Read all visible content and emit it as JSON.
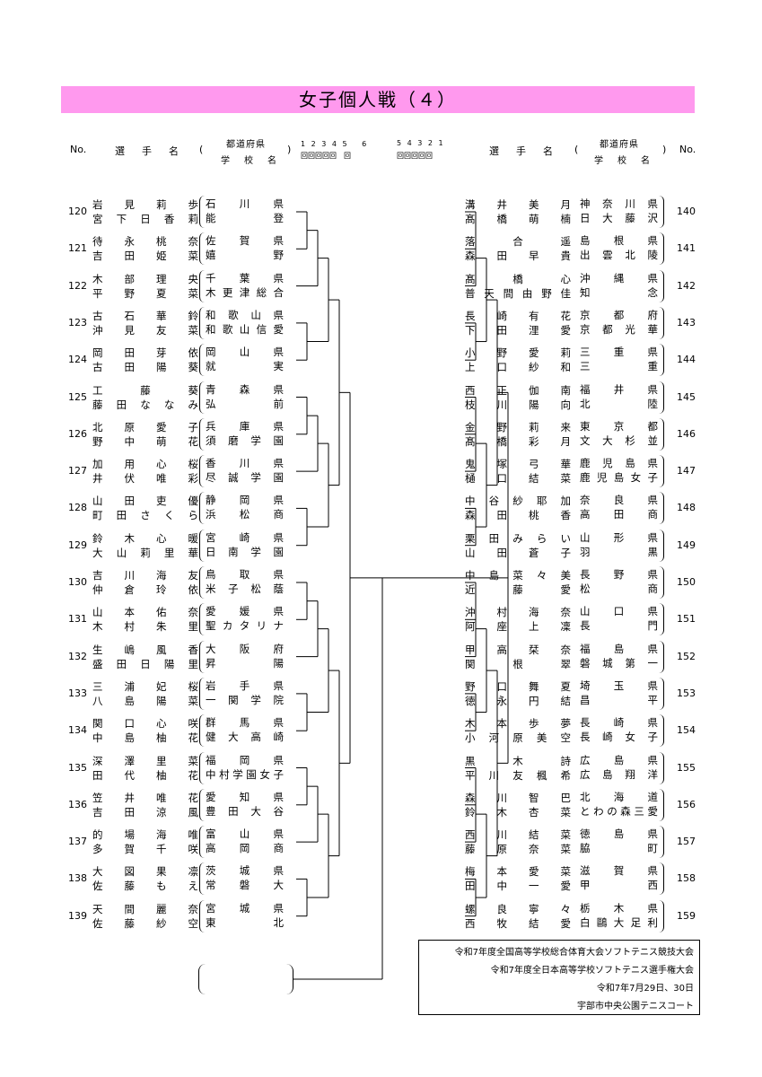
{
  "title": "女子個人戦（４）",
  "header": {
    "no": "No.",
    "player": "選　手　名",
    "paren_open": "(",
    "paren_close": ")",
    "prefecture": "都道府県",
    "school": "学　校　名",
    "rounds_left_nums": "1 2 3 4 5　 6",
    "rounds_left_kai": "回回回回回　回",
    "rounds_right_nums": "5 4 3 2 1",
    "rounds_right_kai": "回回回回回"
  },
  "left_entries": [
    {
      "no": "120",
      "p1": "岩見莉歩",
      "p2": "宮下日香莉",
      "pref": "石川県",
      "school": "能登"
    },
    {
      "no": "121",
      "p1": "待永桃奈",
      "p2": "吉田姫菜",
      "pref": "佐賀県",
      "school": "嬉野"
    },
    {
      "no": "122",
      "p1": "木部理央",
      "p2": "平野夏菜",
      "pref": "千葉県",
      "school": "木更津総合"
    },
    {
      "no": "123",
      "p1": "古石華鈴",
      "p2": "沖見友菜",
      "pref": "和歌山県",
      "school": "和歌山信愛"
    },
    {
      "no": "124",
      "p1": "岡田芽依",
      "p2": "古田陽葵",
      "pref": "岡山県",
      "school": "就実"
    },
    {
      "no": "125",
      "p1": "工藤葵",
      "p2": "藤田ななみ",
      "pref": "青森県",
      "school": "弘前"
    },
    {
      "no": "126",
      "p1": "北原愛子",
      "p2": "野中萌花",
      "pref": "兵庫県",
      "school": "須磨学園"
    },
    {
      "no": "127",
      "p1": "加用心桜",
      "p2": "井伏唯彩",
      "pref": "香川県",
      "school": "尽誠学園"
    },
    {
      "no": "128",
      "p1": "山田吏優",
      "p2": "町田さくら",
      "pref": "静岡県",
      "school": "浜松商"
    },
    {
      "no": "129",
      "p1": "鈴木心暖",
      "p2": "大山莉里華",
      "pref": "宮崎県",
      "school": "日南学園"
    },
    {
      "no": "130",
      "p1": "吉川海友",
      "p2": "仲倉玲依",
      "pref": "鳥取県",
      "school": "米子松蔭"
    },
    {
      "no": "131",
      "p1": "山本佑奈",
      "p2": "木村朱里",
      "pref": "愛媛県",
      "school": "聖カタリナ"
    },
    {
      "no": "132",
      "p1": "生嶋風香",
      "p2": "盛田日陽里",
      "pref": "大阪府",
      "school": "昇陽"
    },
    {
      "no": "133",
      "p1": "三浦妃桜",
      "p2": "八島陽菜",
      "pref": "岩手県",
      "school": "一関学院"
    },
    {
      "no": "134",
      "p1": "関口心咲",
      "p2": "中島柚花",
      "pref": "群馬県",
      "school": "健大高崎"
    },
    {
      "no": "135",
      "p1": "深澤里菜",
      "p2": "田代柚花",
      "pref": "福岡県",
      "school": "中村学園女子"
    },
    {
      "no": "136",
      "p1": "笠井唯花",
      "p2": "吉田涼風",
      "pref": "愛知県",
      "school": "豊田大谷"
    },
    {
      "no": "137",
      "p1": "的場海唯",
      "p2": "多賀千咲",
      "pref": "富山県",
      "school": "高岡商"
    },
    {
      "no": "138",
      "p1": "大図果凛",
      "p2": "佐藤もえ",
      "pref": "茨城県",
      "school": "常磐大"
    },
    {
      "no": "139",
      "p1": "天間麗奈",
      "p2": "佐藤紗空",
      "pref": "宮城県",
      "school": "東北"
    }
  ],
  "right_entries": [
    {
      "no": "140",
      "p1": "溝井美月",
      "p2": "髙橋萌楠",
      "pref": "神奈川県",
      "school": "日大藤沢"
    },
    {
      "no": "141",
      "p1": "落合遥",
      "p2": "森田早貴",
      "pref": "島根県",
      "school": "出雲北陵"
    },
    {
      "no": "142",
      "p1": "髙橋心",
      "p2": "普天間由野佳",
      "pref": "沖縄県",
      "school": "知念"
    },
    {
      "no": "143",
      "p1": "長崎有花",
      "p2": "下田浬愛",
      "pref": "京都府",
      "school": "京都光華"
    },
    {
      "no": "144",
      "p1": "小野愛莉",
      "p2": "上口紗和",
      "pref": "三重県",
      "school": "三重"
    },
    {
      "no": "145",
      "p1": "西正伽南",
      "p2": "枝川陽向",
      "pref": "福井県",
      "school": "北陸"
    },
    {
      "no": "146",
      "p1": "金野莉来",
      "p2": "髙橋彩月",
      "pref": "東京都",
      "school": "文大杉並"
    },
    {
      "no": "147",
      "p1": "鬼塚弓華",
      "p2": "樋口結菜",
      "pref": "鹿児島県",
      "school": "鹿児島女子"
    },
    {
      "no": "148",
      "p1": "中谷紗耶加",
      "p2": "森田桃香",
      "pref": "奈良県",
      "school": "高田商"
    },
    {
      "no": "149",
      "p1": "栗田みらい",
      "p2": "山田蒼子",
      "pref": "山形県",
      "school": "羽黒"
    },
    {
      "no": "150",
      "p1": "中島菜々美",
      "p2": "近藤愛",
      "pref": "長野県",
      "school": "松商"
    },
    {
      "no": "151",
      "p1": "沖村海奈",
      "p2": "阿座上凜",
      "pref": "山口県",
      "school": "長門"
    },
    {
      "no": "152",
      "p1": "甲高栞奈",
      "p2": "関根翠",
      "pref": "福島県",
      "school": "磐城第一"
    },
    {
      "no": "153",
      "p1": "野口舞夏",
      "p2": "徳永円結",
      "pref": "埼玉県",
      "school": "昌平"
    },
    {
      "no": "154",
      "p1": "木本歩夢",
      "p2": "小河原美空",
      "pref": "長崎県",
      "school": "長崎女子"
    },
    {
      "no": "155",
      "p1": "黒木詩",
      "p2": "平川友楓希",
      "pref": "広島県",
      "school": "広島翔洋"
    },
    {
      "no": "156",
      "p1": "森川智巴",
      "p2": "鈴木杏菜",
      "pref": "北海道",
      "school": "とわの森三愛"
    },
    {
      "no": "157",
      "p1": "西川結菜",
      "p2": "藤原奈菜",
      "pref": "徳島県",
      "school": "脇町"
    },
    {
      "no": "158",
      "p1": "梅本愛菜",
      "p2": "田中一愛",
      "pref": "滋賀県",
      "school": "甲西"
    },
    {
      "no": "159",
      "p1": "螺良寧々",
      "p2": "西牧結愛",
      "pref": "栃木県",
      "school": "白鷗大足利"
    }
  ],
  "info": {
    "line1": "令和7年度全国高等学校総合体育大会ソフトテニス競技大会",
    "line2": "令和7年度全日本高等学校ソフトテニス選手権大会",
    "line3": "令和7年7月29日、30日",
    "line4": "宇部市中央公園テニスコート"
  }
}
